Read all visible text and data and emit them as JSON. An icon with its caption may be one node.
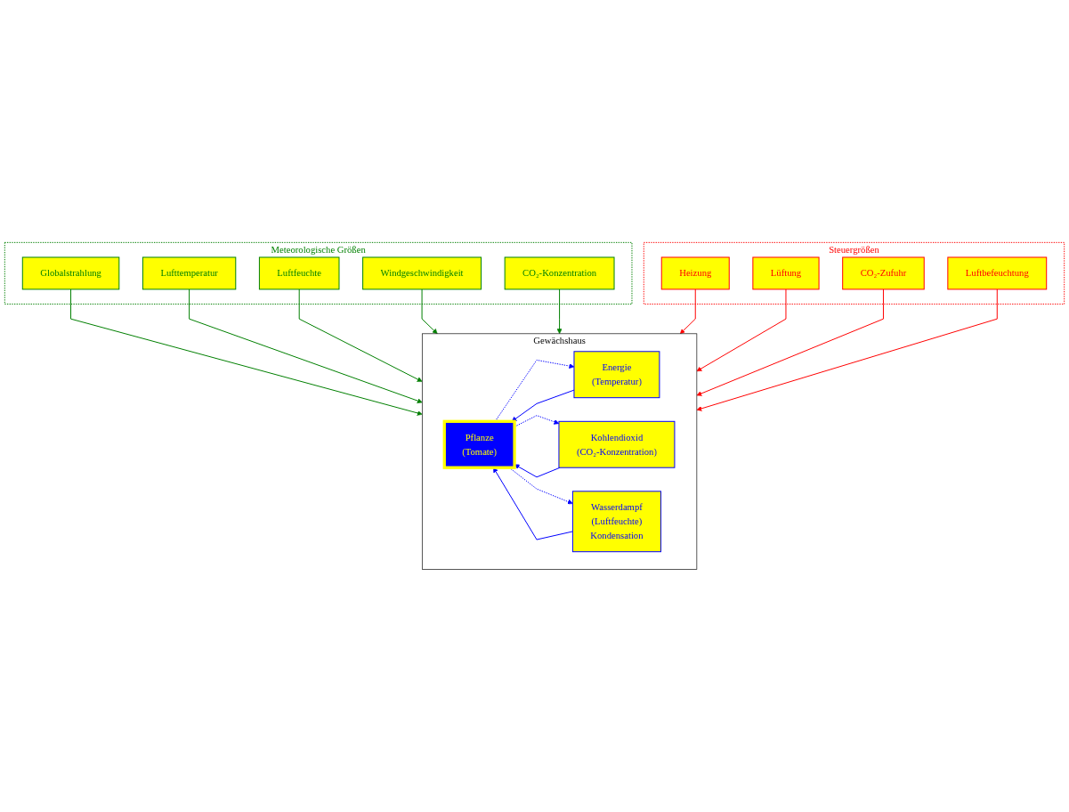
{
  "diagram": {
    "nodes": [
      {
        "text": [
          "Meteorologische Größen"
        ]
      },
      {
        "text": [
          "Lufttemperatur"
        ],
        "in": 0
      },
      {
        "text": [
          "Windgeschwindigkeit"
        ],
        "in": 0
      },
      {
        "text": [
          "Globalstrahlung"
        ],
        "in": 0
      },
      {
        "text": [
          "Luftfeuchte"
        ],
        "in": 0
      },
      {
        "text": [
          "CO₂-Konzentration"
        ],
        "in": 0
      },
      {
        "text": [
          "Gewächshaus"
        ]
      },
      {
        "text": [
          "Pflanze",
          "(Tomate)"
        ],
        "in": 6
      },
      {
        "text": [
          "Energie",
          "(Temperatur)"
        ],
        "in": 6
      },
      {
        "text": [
          "Kohlendioxid",
          "(CO₂-Konzentration)"
        ],
        "in": 6
      },
      {
        "text": [
          "Wasserdampf",
          "(Luftfeuchte)",
          "Kondensation"
        ],
        "in": 6
      },
      {
        "text": [
          "Steuergrößen"
        ]
      },
      {
        "text": [
          "Heizung"
        ],
        "in": 11
      },
      {
        "text": [
          "Lüftung"
        ],
        "in": 11
      },
      {
        "text": [
          "CO₂-Zufuhr"
        ],
        "in": 11
      },
      {
        "text": [
          "Luftbefeuchtung"
        ],
        "in": 11
      }
    ],
    "edges": [
      {
        "from": 3,
        "to": 6,
        "arrow": "to",
        "color": "#008000"
      },
      {
        "from": 1,
        "to": 6,
        "arrow": "to",
        "color": "#008000"
      },
      {
        "from": 4,
        "to": 6,
        "arrow": "to",
        "color": "#008000"
      },
      {
        "from": 2,
        "to": 6,
        "arrow": "to",
        "color": "#008000"
      },
      {
        "from": 5,
        "to": 6,
        "arrow": "to",
        "color": "#008000"
      },
      {
        "from": 8,
        "to": 7,
        "arrow": "to"
      },
      {
        "from": 7,
        "to": 8,
        "arrow": "to",
        "style": "dashed"
      },
      {
        "from": 9,
        "to": 7,
        "arrow": "to"
      },
      {
        "from": 7,
        "to": 9,
        "arrow": "to",
        "style": "dashed"
      },
      {
        "from": 10,
        "to": 7,
        "arrow": "to"
      },
      {
        "from": 7,
        "to": 10,
        "arrow": "to",
        "style": "dashed"
      },
      {
        "from": 12,
        "to": 6,
        "arrow": "to",
        "color": "#ff0000"
      },
      {
        "from": 13,
        "to": 6,
        "arrow": "to",
        "color": "#ff0000"
      },
      {
        "from": 14,
        "to": 6,
        "arrow": "to",
        "color": "#ff0000"
      },
      {
        "from": 15,
        "to": 6,
        "arrow": "to",
        "color": "#ff0000"
      }
    ]
  }
}
